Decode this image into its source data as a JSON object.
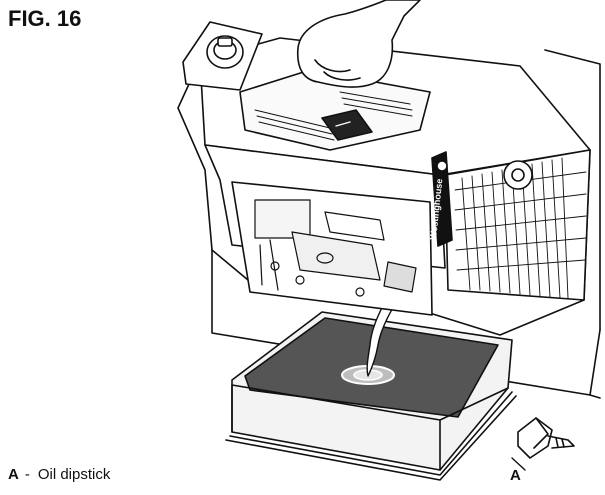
{
  "figure": {
    "title": "FIG. 16"
  },
  "illustration": {
    "brand": "Westinghouse",
    "callout_label": "A"
  },
  "legend": {
    "items": [
      {
        "key": "A",
        "separator": "-",
        "text": "Oil dipstick"
      }
    ]
  }
}
